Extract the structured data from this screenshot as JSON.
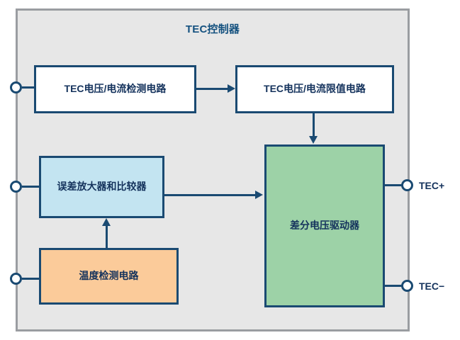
{
  "diagram": {
    "title": "TEC控制器",
    "colors": {
      "enclosure_fill": "#e7e7e7",
      "enclosure_border": "#9a9da1",
      "line": "#1a4a72",
      "text": "#14325c",
      "title_text": "#14517f",
      "white_block": "#ffffff",
      "blue_block": "#c3e4f1",
      "orange_block": "#fbcb9a",
      "green_block": "#9dd2a7"
    },
    "blocks": [
      {
        "id": "tec-voltage-current-sense",
        "label": "TEC电压/电流检测电路",
        "fill": "white"
      },
      {
        "id": "tec-voltage-current-limit",
        "label": "TEC电压/电流限值电路",
        "fill": "white"
      },
      {
        "id": "error-amplifier-comparator",
        "label": "误差放大器和比较器",
        "fill": "blue"
      },
      {
        "id": "temperature-sense",
        "label": "温度检测电路",
        "fill": "orange"
      },
      {
        "id": "differential-voltage-driver",
        "label": "差分电压驱动器",
        "fill": "green"
      }
    ],
    "terminals": [
      {
        "id": "input-sense",
        "label": "",
        "side": "left"
      },
      {
        "id": "input-error",
        "label": "",
        "side": "left"
      },
      {
        "id": "input-temp",
        "label": "",
        "side": "left"
      },
      {
        "id": "output-tec-plus",
        "label": "TEC+",
        "side": "right"
      },
      {
        "id": "output-tec-minus",
        "label": "TEC−",
        "side": "right"
      }
    ]
  }
}
